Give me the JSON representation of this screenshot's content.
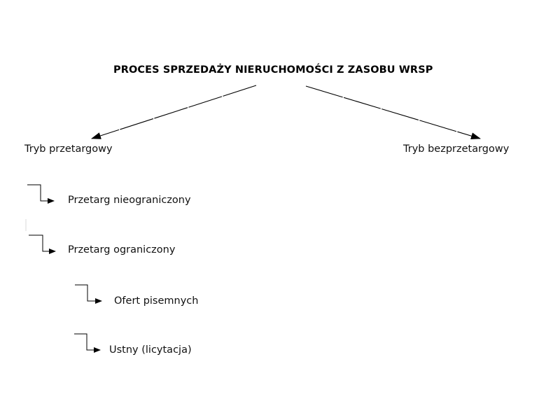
{
  "diagram": {
    "title": "PROCES SPRZEDAŻY NIERUCHOMOŚCI Z ZASOBU WRSP",
    "branches": [
      {
        "label": "Tryb przetargowy",
        "children": [
          {
            "label": "Przetarg nieograniczony"
          },
          {
            "label": "Przetarg ograniczony",
            "children": [
              {
                "label": "Ofert pisemnych"
              },
              {
                "label": "Ustny (licytacja)"
              }
            ]
          }
        ]
      },
      {
        "label": "Tryb bezprzetargowy"
      }
    ],
    "colors": {
      "text": "#111111",
      "line": "#000000",
      "background": "#ffffff"
    }
  }
}
